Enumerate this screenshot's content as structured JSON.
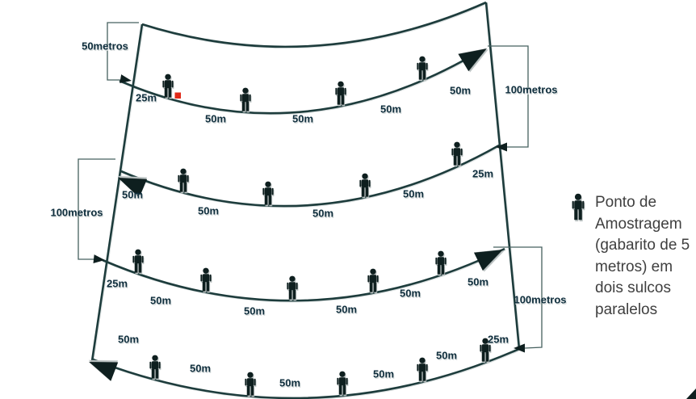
{
  "distance_labels": {
    "edge_top_left": "50metros",
    "left_mid": "100metros",
    "right_top": "100metros",
    "right_bottom": "100metros",
    "transect1": [
      "25m",
      "50m",
      "50m",
      "50m",
      "50m"
    ],
    "transect2": [
      "50m",
      "50m",
      "50m",
      "50m",
      "25m"
    ],
    "transect3": [
      "25m",
      "50m",
      "50m",
      "50m",
      "50m",
      "50m"
    ],
    "transect4": [
      "50m",
      "50m",
      "50m",
      "50m",
      "50m",
      "25m"
    ]
  },
  "legend": {
    "icon": "person-icon",
    "lines": [
      "Ponto de",
      "Amostragem",
      "(gabarito de 5",
      "metros) em",
      "dois sulcos",
      "paralelos"
    ]
  },
  "sampling_points_per_transect": [
    4,
    4,
    5,
    5
  ],
  "colors": {
    "line": "#1d3c3c",
    "bracket": "#46605f",
    "label_text": "#0f2e3d",
    "legend_text": "#3f3f3f",
    "icon_fill": "#0e1f1f",
    "red_marker": "#e02817"
  }
}
